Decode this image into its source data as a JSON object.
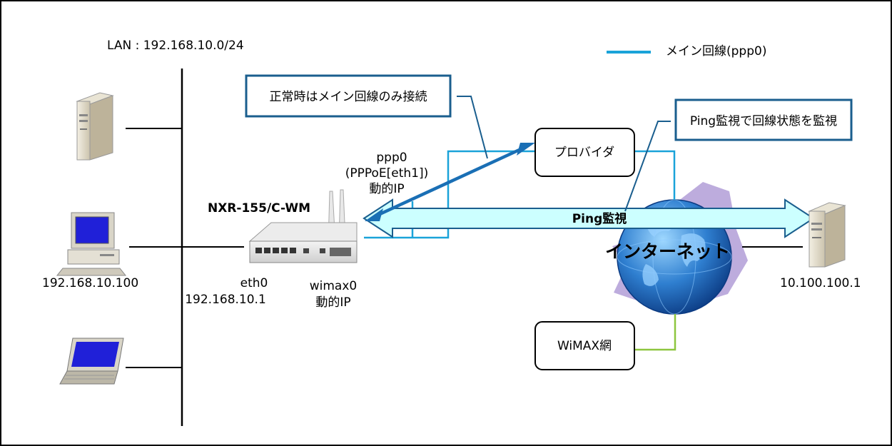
{
  "lan_label": "LAN : 192.168.10.0/24",
  "legend": {
    "label": "メイン回線(ppp0)",
    "color": "#1aa3d9"
  },
  "callout_main": "正常時はメイン回線のみ接続",
  "callout_ping": "Ping監視で回線状態を監視",
  "provider": "プロバイダ",
  "wimax_net": "WiMAX網",
  "internet": "インターネット",
  "router_name": "NXR-155/C-WM",
  "ppp0": {
    "line1": "ppp0",
    "line2": "(PPPoE[eth1])",
    "line3": "動的IP"
  },
  "eth0": {
    "line1": "eth0",
    "line2": "192.168.10.1"
  },
  "wimax0": {
    "line1": "wimax0",
    "line2": "動的IP"
  },
  "ping_arrow_label": "Ping監視",
  "pc_ip": "192.168.10.100",
  "server_ip": "10.100.100.1",
  "colors": {
    "main_line": "#1aa3d9",
    "wimax_line": "#8dc63f",
    "callout_border": "#1a5e8e",
    "ping_arrow_fill": "#ccffff",
    "ping_arrow_stroke": "#1a5e8e",
    "blue_arrow": "#1a6fb5"
  }
}
